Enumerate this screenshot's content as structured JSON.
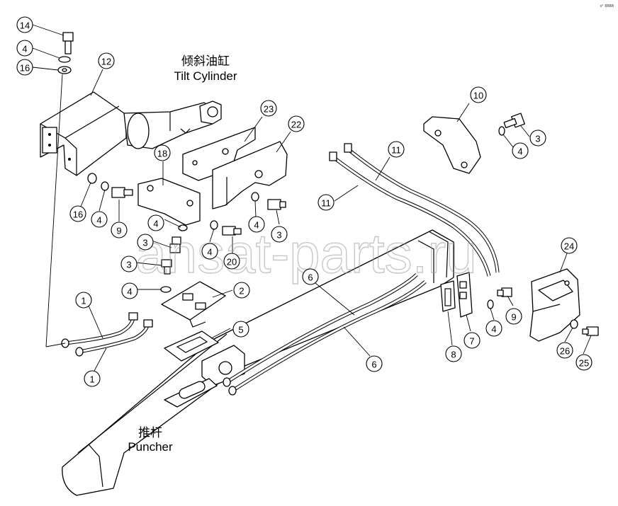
{
  "labels": {
    "tilt_cylinder_cn": "倾斜油缸",
    "tilt_cylinder_en": "Tilt Cylinder",
    "puncher_cn": "推杆",
    "puncher_en": "Puncher",
    "corner_mark": "s° 8888"
  },
  "watermark": "ansat-parts.ru",
  "callouts": [
    "14",
    "4",
    "16",
    "12",
    "23",
    "22",
    "10",
    "3",
    "4",
    "11",
    "11",
    "18",
    "16",
    "4",
    "9",
    "4",
    "3",
    "4",
    "20",
    "4",
    "3",
    "3",
    "4",
    "2",
    "1",
    "5",
    "1",
    "6",
    "6",
    "24",
    "9",
    "4",
    "8",
    "7",
    "26",
    "25"
  ]
}
